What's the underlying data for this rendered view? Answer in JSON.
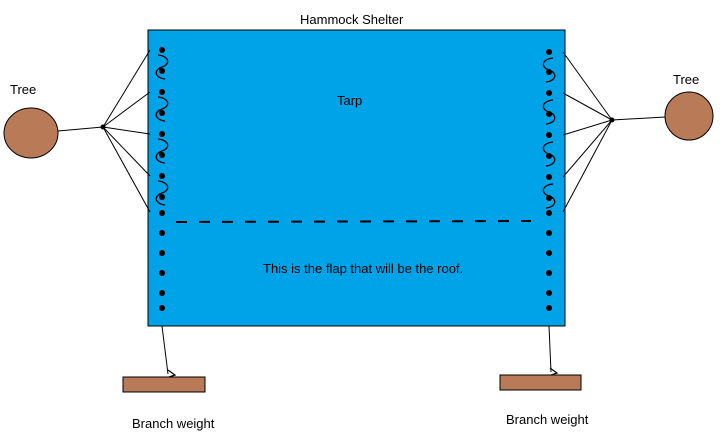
{
  "title": "Hammock Shelter",
  "tarp": {
    "label": "Tarp",
    "flap_note": "This is the flap that will be the roof."
  },
  "trees": {
    "left_label": "Tree",
    "right_label": "Tree"
  },
  "weights": {
    "left_label": "Branch weight",
    "right_label": "Branch weight"
  },
  "colors": {
    "tarp": "#00A2E8",
    "wood": "#B97A57",
    "line": "#000000",
    "background": "#FFFFFF"
  }
}
